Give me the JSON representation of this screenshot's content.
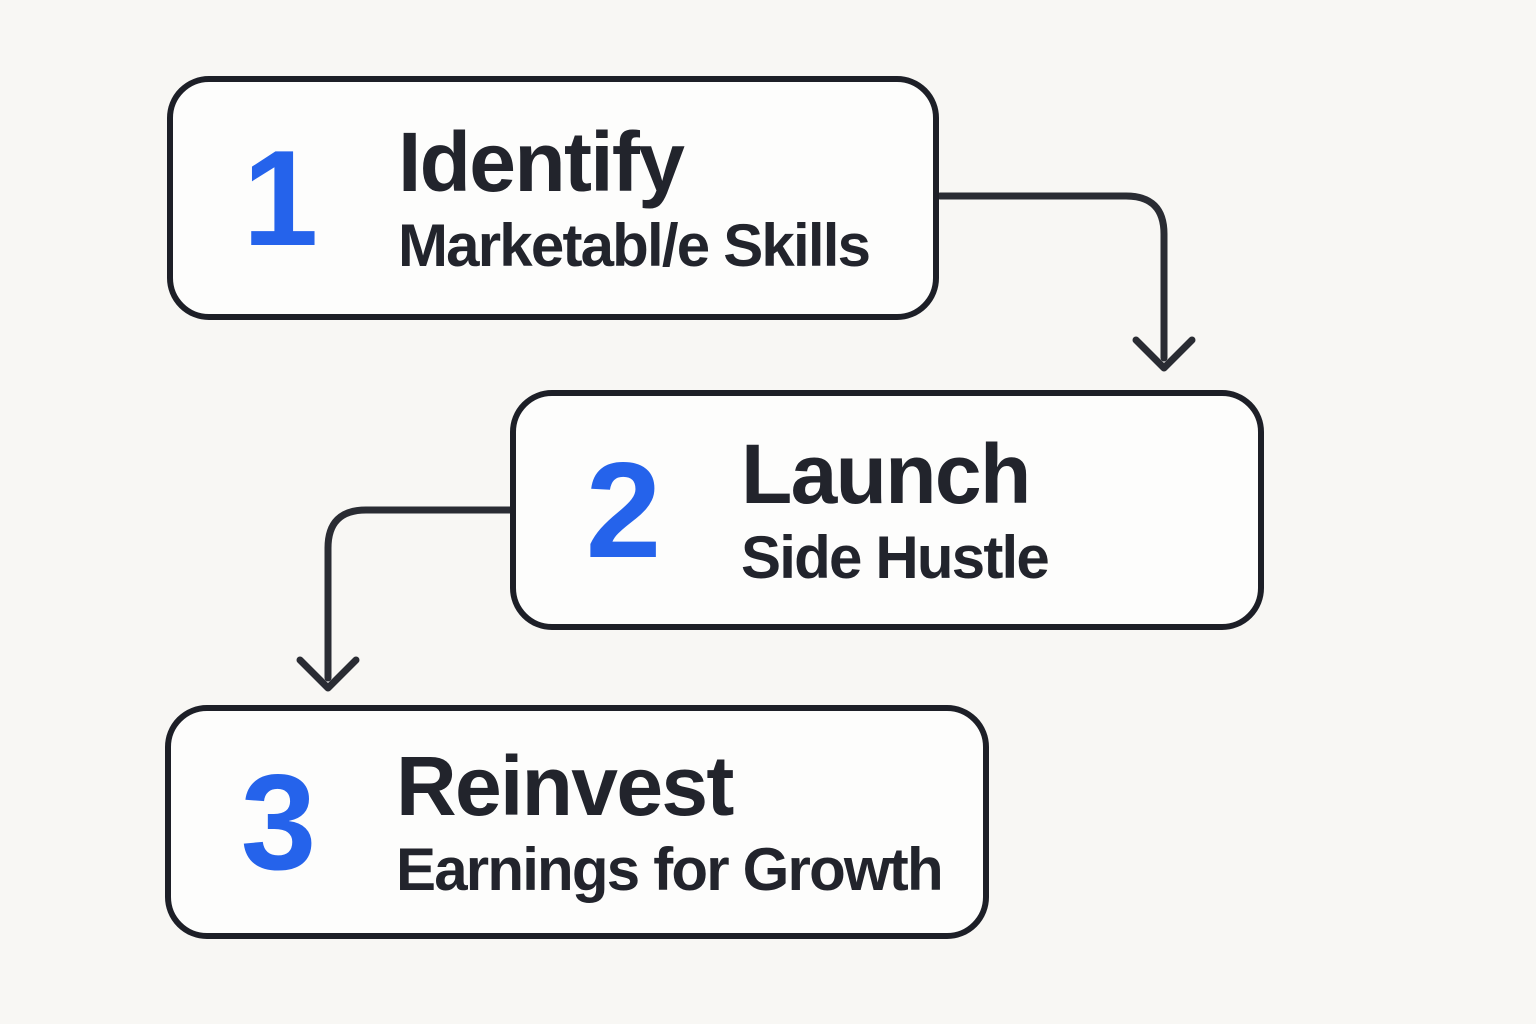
{
  "diagram": {
    "type": "flowchart",
    "description": "Three-step side hustle growth process with numbered boxes connected by elbow arrows"
  },
  "colors": {
    "accent_blue": "#2563eb",
    "ink": "#22242c",
    "box_fill": "#fdfdfc",
    "box_border": "#1d1f27",
    "arrow": "#2a2c33",
    "page_bg": "#f8f7f4"
  },
  "steps": [
    {
      "number": "1",
      "title": "Identify",
      "subtitle": "Marketabl/e Skills"
    },
    {
      "number": "2",
      "title": "Launch",
      "subtitle": "Side Hustle"
    },
    {
      "number": "3",
      "title": "Reinvest",
      "subtitle": "Earnings for Growth"
    }
  ],
  "connectors": [
    {
      "from": "step-1",
      "to": "step-2",
      "shape": "right-then-down-arrow"
    },
    {
      "from": "step-2",
      "to": "step-3",
      "shape": "left-then-down-arrow"
    }
  ]
}
